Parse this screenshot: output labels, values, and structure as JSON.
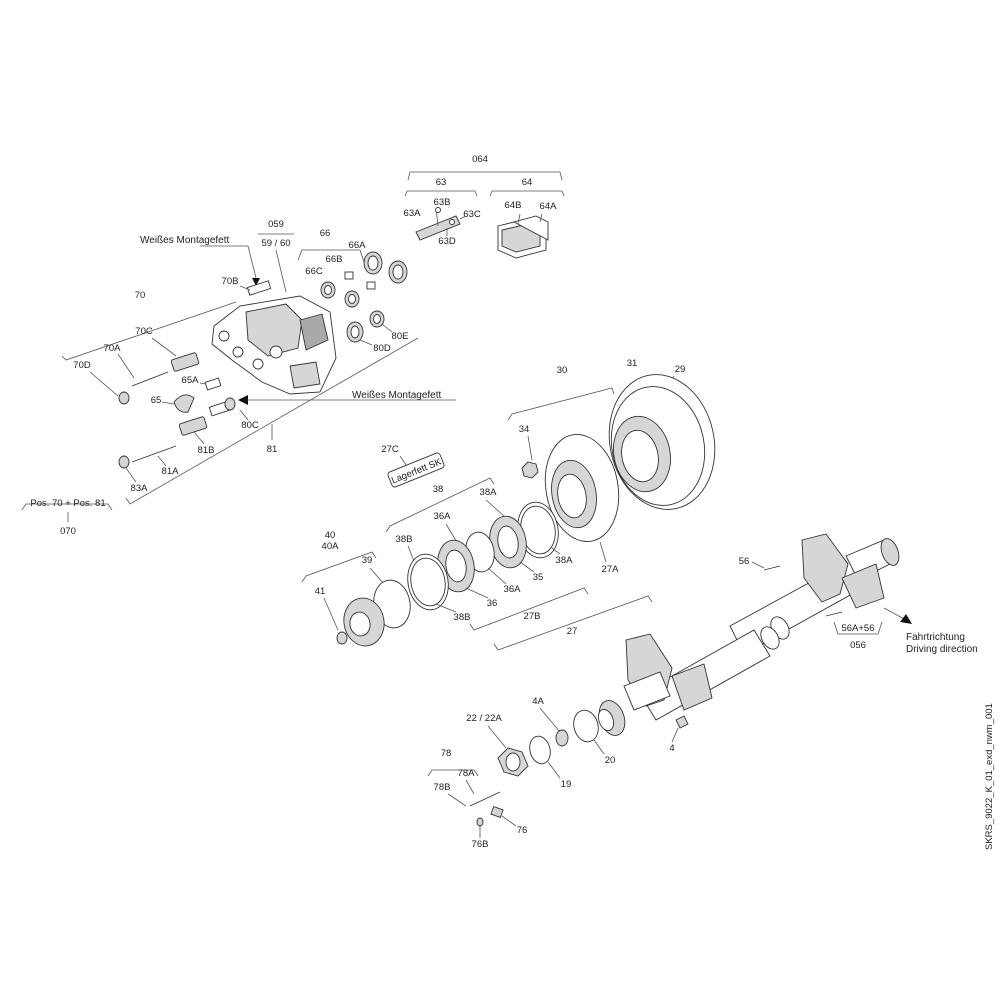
{
  "labels": {
    "l064": "064",
    "l63": "63",
    "l64": "64",
    "l63A": "63A",
    "l63B": "63B",
    "l63C": "63C",
    "l63D": "63D",
    "l64A": "64A",
    "l64B": "64B",
    "l059": "059",
    "l5960": "59 / 60",
    "l66": "66",
    "l66A": "66A",
    "l66B": "66B",
    "l66C": "66C",
    "l70": "70",
    "l70A": "70A",
    "l70B": "70B",
    "l70C": "70C",
    "l70D": "70D",
    "l65": "65",
    "l65A": "65A",
    "l80C": "80C",
    "l80D": "80D",
    "l80E": "80E",
    "l81": "81",
    "l81A": "81A",
    "l81B": "81B",
    "l83A": "83A",
    "lpos": "Pos. 70 + Pos. 81",
    "l070": "070",
    "l30": "30",
    "l31": "31",
    "l29": "29",
    "l34": "34",
    "l27": "27",
    "l27A": "27A",
    "l27B": "27B",
    "l27C": "27C",
    "l38": "38",
    "l38A1": "38A",
    "l38A2": "38A",
    "l38B1": "38B",
    "l38B2": "38B",
    "l36": "36",
    "l36A1": "36A",
    "l36A2": "36A",
    "l35": "35",
    "l40": "40",
    "l40A": "40A",
    "l39": "39",
    "l41": "41",
    "l56": "56",
    "l56A56": "56A+56",
    "l056": "056",
    "l4": "4",
    "l4A": "4A",
    "l20": "20",
    "l19": "19",
    "l2222A": "22 / 22A",
    "l78": "78",
    "l78A": "78A",
    "l78B": "78B",
    "l76": "76",
    "l76B": "76B"
  },
  "callouts": {
    "grease_top": "Weißes Montagefett",
    "grease_mid": "Weißes Montagefett",
    "grease_sk": "Lagerfett SK",
    "direction_de": "Fahrtrichtung",
    "direction_en": "Driving direction"
  },
  "drawing_id": "SKRS_9022_K_01_exd_nwm_001"
}
